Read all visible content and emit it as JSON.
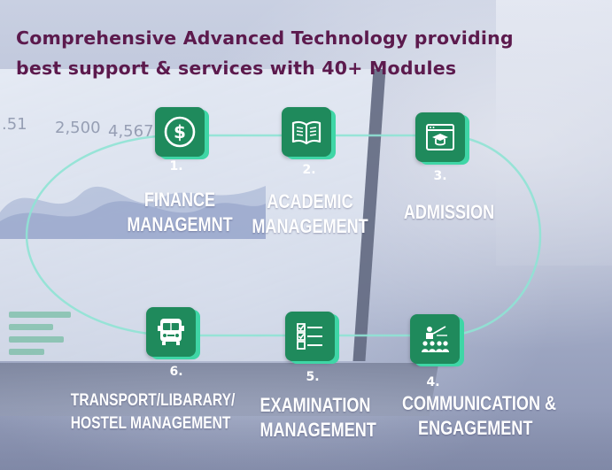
{
  "headline": {
    "line1": "Comprehensive Advanced Technology providing",
    "line2": "best support & services with 40+ Modules"
  },
  "colors": {
    "headline": "#5c1a4d",
    "icon_bg": "#1f8a5c",
    "icon_shadow": "#3fd6a6",
    "track": "#8fe3d4",
    "label": "#ffffff"
  },
  "modules": [
    {
      "number": "1.",
      "line1": "FINANCE",
      "line2": "MANAGEMNT",
      "icon": "dollar-coin-icon"
    },
    {
      "number": "2.",
      "line1": "ACADEMIC",
      "line2": "MANAGEMENT",
      "icon": "open-book-icon"
    },
    {
      "number": "3.",
      "line1": "ADMISSION",
      "line2": "",
      "icon": "browser-graduation-cap-icon"
    },
    {
      "number": "4.",
      "line1": "COMMUNICATION &",
      "line2": "ENGAGEMENT",
      "icon": "teacher-audience-icon"
    },
    {
      "number": "5.",
      "line1": "EXAMINATION",
      "line2": "MANAGEMENT",
      "icon": "checklist-icon"
    },
    {
      "number": "6.",
      "line1": "TRANSPORT/LIBARARY/",
      "line2": "HOSTEL MANAGEMENT",
      "icon": "school-bus-icon"
    }
  ],
  "background": {
    "screen_numbers": [
      ".51",
      "2,500",
      "4,567"
    ]
  }
}
